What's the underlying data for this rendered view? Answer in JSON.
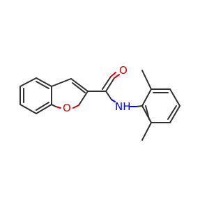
{
  "atoms": {
    "ring_oxygen": "O",
    "carbonyl_oxygen": "O",
    "amide_nitrogen": "NH"
  },
  "colors": {
    "bond": "#303030",
    "oxygen": "#e00000",
    "nitrogen": "#0000ff",
    "background": "#ffffff"
  }
}
